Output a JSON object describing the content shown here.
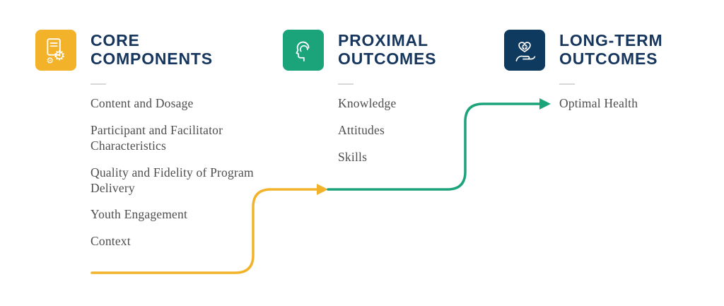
{
  "colors": {
    "core_accent": "#F2B32A",
    "proximal_accent": "#1BA47A",
    "longterm_accent": "#0E3A5F",
    "heading_text": "#17365D",
    "body_text": "#4E4E4E",
    "divider": "#D8D8D8"
  },
  "columns": [
    {
      "title_line1": "CORE",
      "title_line2": "COMPONENTS",
      "icon": "document-gears-icon",
      "items": [
        "Content and Dosage",
        "Participant and Facilitator Characteristics",
        "Quality and Fidelity of Program Delivery",
        "Youth Engagement",
        "Context"
      ]
    },
    {
      "title_line1": "PROXIMAL",
      "title_line2": "OUTCOMES",
      "icon": "head-mind-icon",
      "items": [
        "Knowledge",
        "Attitudes",
        "Skills"
      ]
    },
    {
      "title_line1": "LONG-TERM",
      "title_line2": "OUTCOMES",
      "icon": "hand-heart-cross-icon",
      "items": [
        "Optimal Health"
      ]
    }
  ]
}
